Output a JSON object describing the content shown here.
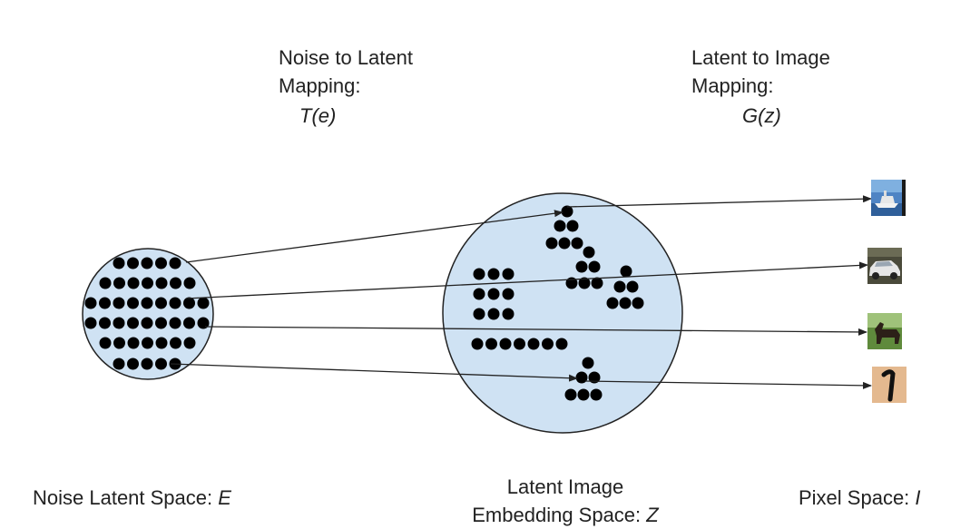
{
  "labels": {
    "noise_to_latent_line1": "Noise to Latent",
    "noise_to_latent_line2": "Mapping:",
    "noise_to_latent_fn": "T(e)",
    "latent_to_image_line1": "Latent to Image",
    "latent_to_image_line2": "Mapping:",
    "latent_to_image_fn": "G(z)",
    "noise_space_text": "Noise Latent Space: ",
    "noise_space_symbol": "E",
    "embedding_line1": "Latent Image",
    "embedding_line2_text": "Embedding Space: ",
    "embedding_symbol": "Z",
    "pixel_space_text": "Pixel Space: ",
    "pixel_space_symbol": "I"
  },
  "colors": {
    "circle_fill": "#cfe2f3",
    "circle_stroke": "#222222",
    "dot": "#000000",
    "arrow": "#222222"
  },
  "images": [
    {
      "name": "boat-image",
      "depicts": "boat"
    },
    {
      "name": "car-image",
      "depicts": "car"
    },
    {
      "name": "horse-image",
      "depicts": "horse"
    },
    {
      "name": "digit-one-image",
      "depicts": "handwritten digit 1"
    }
  ]
}
